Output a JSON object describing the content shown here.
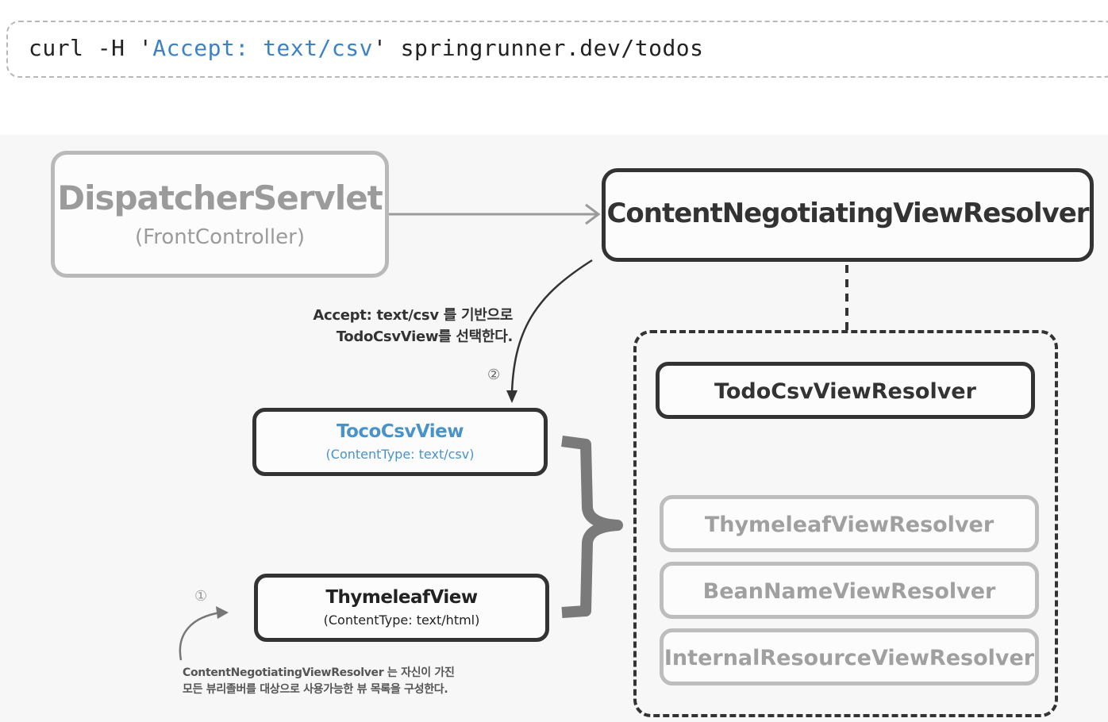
{
  "command": {
    "prefix": "curl -H '",
    "highlight": "Accept: text/csv",
    "suffix": "' springrunner.dev/todos"
  },
  "dispatcher": {
    "title": "DispatcherServlet",
    "subtitle": "(FrontController)"
  },
  "negotiating_resolver": {
    "title": "ContentNegotiatingViewResolver"
  },
  "resolvers": [
    {
      "label": "TodoCsvViewResolver"
    },
    {
      "label": "ThymeleafViewResolver"
    },
    {
      "label": "BeanNameViewResolver"
    },
    {
      "label": "InternalResourceViewResolver"
    }
  ],
  "views": [
    {
      "title": "TocoCsvView",
      "subtitle": "(ContentType: text/csv)"
    },
    {
      "title": "ThymeleafView",
      "subtitle": "(ContentType: text/html)"
    }
  ],
  "annotations": {
    "accept_line1": "Accept: text/csv 를 기반으로",
    "accept_line2": "TodoCsvView를 선택한다.",
    "step_2": "②",
    "step_1": "①",
    "bottom_line1": "ContentNegotiatingViewResolver 는 자신이 가진",
    "bottom_line2": "모든 뷰리졸버를 대상으로 사용가능한 뷰 목록을 구성한다."
  },
  "colors": {
    "highlight_blue": "#3d82c4",
    "toco_view_blue": "#4a93c9",
    "dark_border": "#333333",
    "muted_gray": "#b9b9b9"
  }
}
